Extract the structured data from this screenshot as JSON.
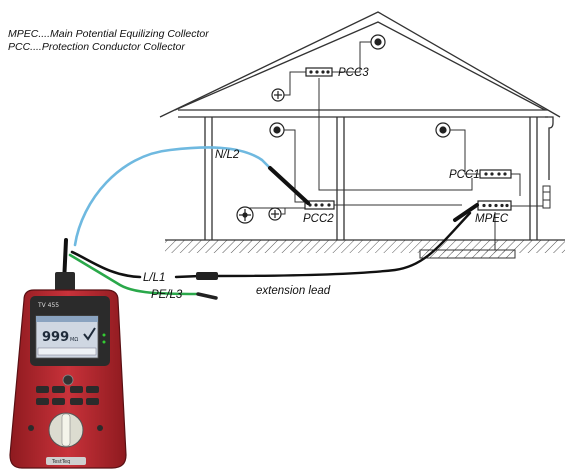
{
  "legend": {
    "line1": "MPEC....Main Potential Equilizing Collector",
    "line2": "PCC....Protection Conductor Collector"
  },
  "labels": {
    "pcc3": "PCC3",
    "pcc2": "PCC2",
    "pcc1": "PCC1",
    "mpec": "MPEC",
    "nl2": "N/L2",
    "ll1": "L/L1",
    "pel3": "PE/L3",
    "extension": "extension lead"
  },
  "device": {
    "model": "TV 455",
    "reading": "999",
    "unit": "MΩ",
    "brand": "TestTeq"
  },
  "colors": {
    "device_body": "#b3282e",
    "lead_blue": "#6fb9e0",
    "lead_green": "#2aa84a",
    "lead_black": "#111111",
    "screen": "#cfd7e2"
  }
}
